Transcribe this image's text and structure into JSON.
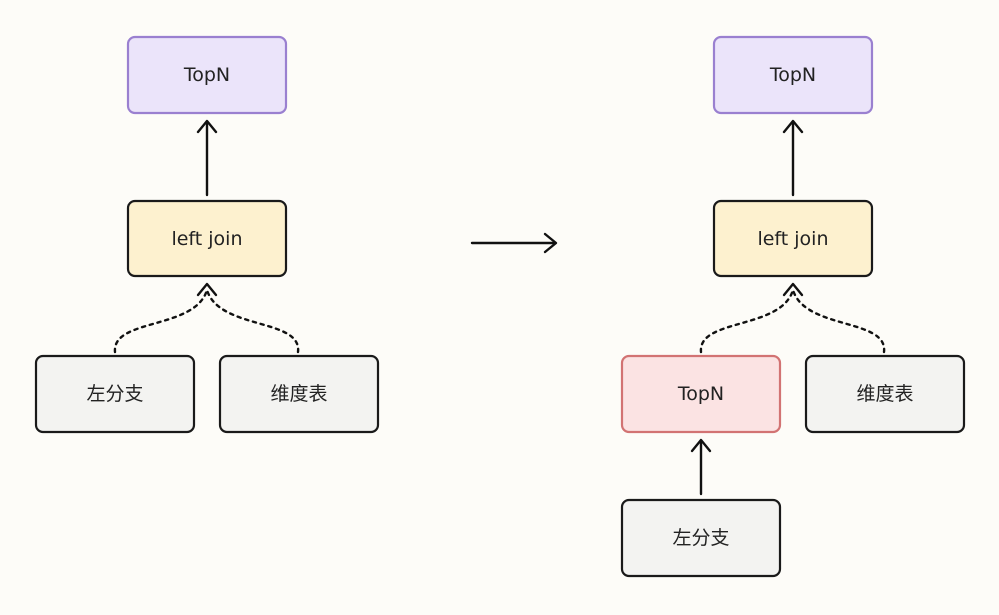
{
  "diagram": {
    "left": {
      "topn_label": "TopN",
      "join_label": "left join",
      "branch_label": "左分支",
      "dim_label": "维度表"
    },
    "right": {
      "topn_label": "TopN",
      "join_label": "left join",
      "pushed_topn_label": "TopN",
      "branch_label": "左分支",
      "dim_label": "维度表"
    },
    "colors": {
      "topn_fill": "#ebe4fa",
      "topn_stroke": "#9a80d0",
      "join_fill": "#fdf1cf",
      "join_stroke": "#1a1a1a",
      "plain_fill": "#f3f3f1",
      "plain_stroke": "#1a1a1a",
      "pushed_fill": "#fbe3e3",
      "pushed_stroke": "#d27373"
    }
  }
}
